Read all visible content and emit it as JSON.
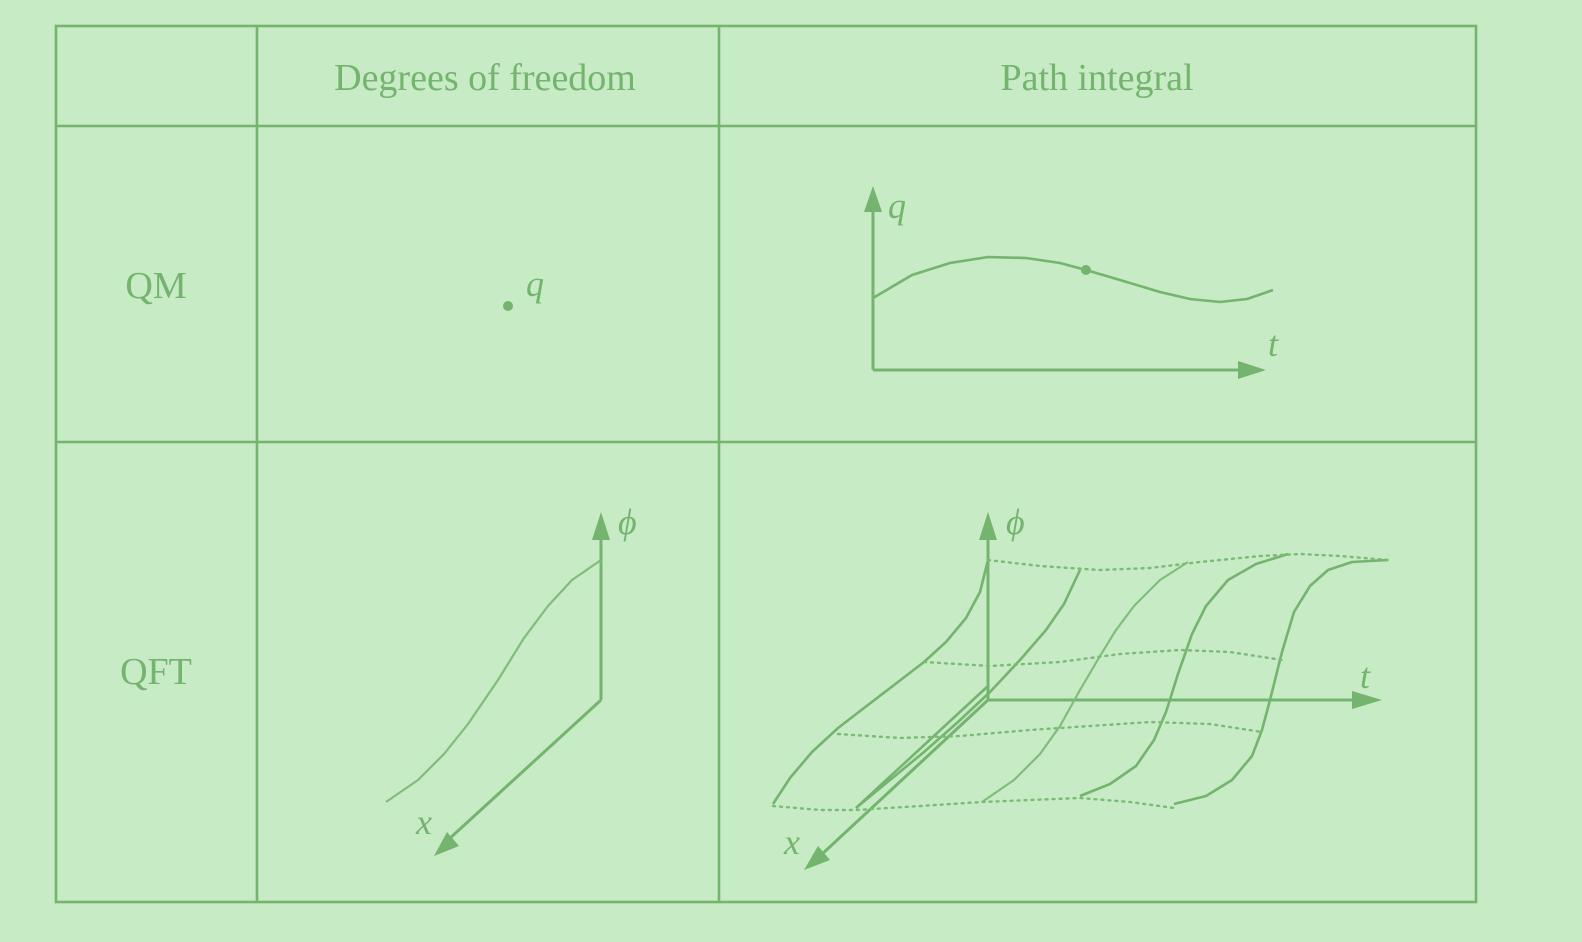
{
  "table": {
    "headers": [
      "",
      "Degrees of freedom",
      "Path integral"
    ],
    "rows": [
      {
        "label": "QM"
      },
      {
        "label": "QFT"
      }
    ]
  },
  "symbols": {
    "q": "q",
    "t": "t",
    "phi": "ϕ",
    "x": "x"
  },
  "colors": {
    "background": "#c6ebc5",
    "ink": "#74b46f"
  }
}
